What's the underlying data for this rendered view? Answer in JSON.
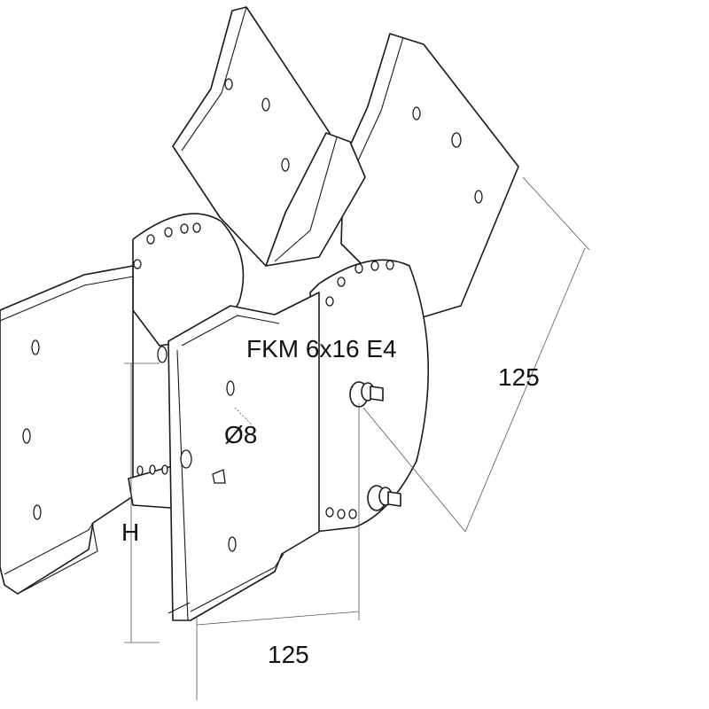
{
  "labels": {
    "bolt_spec": "FKM 6x16 E4",
    "hole_diameter": "Ø8",
    "height": "H",
    "width_dim": "125",
    "length_dim": "125"
  }
}
